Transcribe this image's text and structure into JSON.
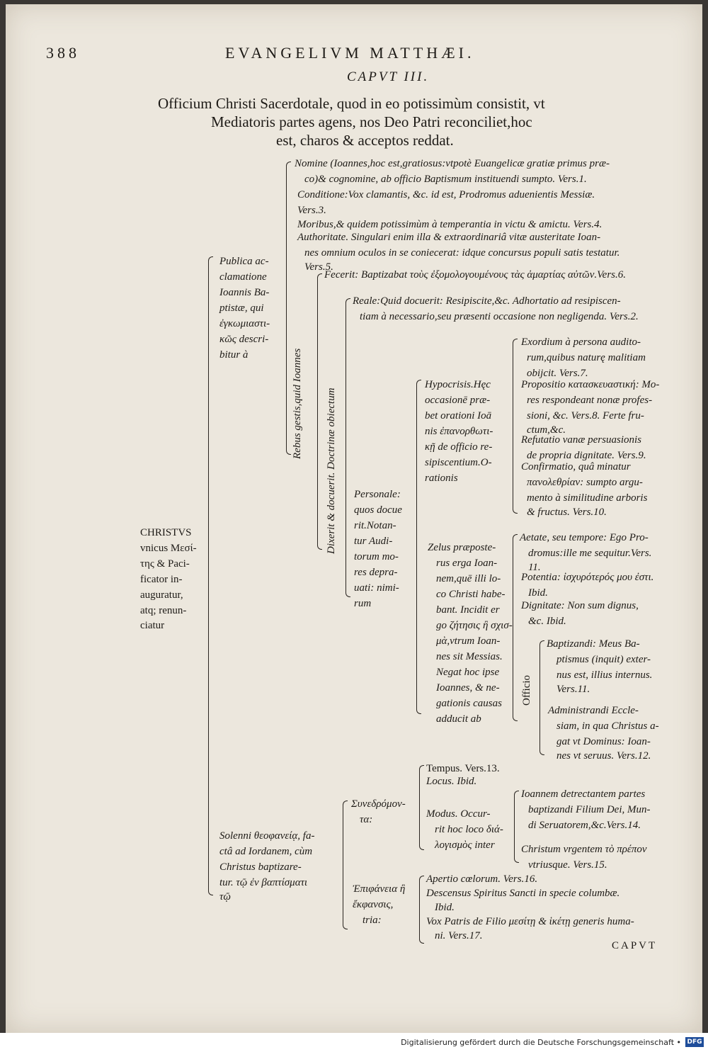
{
  "header": {
    "page_number": "388",
    "running_title": "EVANGELIVM MATTHÆI.",
    "chapter": "CAPVT III.",
    "title_lines": [
      "Officium Christi Sacerdotale, quod in eo potissimùm consistit, vt",
      "Mediatoris partes agens, nos Deo Patri reconciliet,hoc",
      "est, charos & acceptos reddat."
    ]
  },
  "root": [
    "CHRISTVS",
    "vnicus Μεσί-",
    "της & Paci-",
    "ficator in-",
    "auguratur,",
    "atq; renun-",
    "ciatur"
  ],
  "publica": [
    "Publica ac-",
    "clamatione",
    "Ioannis Ba-",
    "ptistæ, qui",
    "ἐγκωμιαστι-",
    "κῶς descri-",
    "bitur à"
  ],
  "rebus_gestis": "Rebus gestis,quid Ioannes",
  "dixerit": "Dixerit & docuerit. Doctrinæ obiectum",
  "nomine": [
    "Nomine (Ioannes,hoc est,gratiosus:vtpotè Euangelicæ gratiæ primus præ-",
    "co)& cognomine, ab officio Baptismum instituendi sumpto. Vers.1."
  ],
  "conditione": [
    "Conditione:Vox clamantis, &c. id est, Prodromus aduenientis Messiæ.",
    "Vers.3."
  ],
  "moribus": "Moribus,& quidem potissimùm à temperantia in victu & amictu. Vers.4.",
  "authoritate": [
    "Authoritate. Singulari enim illa & extraordinariâ vitæ austeritate Ioan-",
    "nes omnium oculos in se coniecerat: idque concursus populi satis testatur.",
    "Vers.5."
  ],
  "fecerit": "Fecerit: Baptizabat τοὺς ἐξομολογουμένους τὰς ἁμαρτίας αὐτῶν.Vers.6.",
  "reale": [
    "Reale:Quid docuerit: Resipiscite,&c. Adhortatio ad resipiscen-",
    "tiam à necessario,seu præsenti occasione non negligenda. Vers.2."
  ],
  "personale": [
    "Personale:",
    "quos docue",
    "rit.Notan-",
    "tur Audi-",
    "torum mo-",
    "res depra-",
    "uati: nimi-",
    "rum"
  ],
  "hypocrisis": [
    "Hypocrisis.Hęc",
    "occasionē præ-",
    "bet orationi Ioā",
    "nis ἐπανορθωτι-",
    "κῇ de officio re-",
    "sipiscentium.O-",
    "rationis"
  ],
  "exordium": [
    "Exordium à persona audito-",
    "rum,quibus naturę malitiam",
    "obijcit. Vers.7."
  ],
  "propositio": [
    "Propositio κατασκευαστική: Mo-",
    "res respondeant nonæ profes-",
    "sioni, &c. Vers.8. Ferte fru-",
    "ctum,&c."
  ],
  "refutatio": [
    "Refutatio vanæ persuasionis",
    "de propria dignitate. Vers.9."
  ],
  "confirmatio": [
    "Confirmatio, quâ minatur",
    "πανολεθρίαν: sumpto argu-",
    "mento à similitudine arboris",
    "& fructus. Vers.10."
  ],
  "zelus": [
    "Zelus præposte-",
    "rus erga Ioan-",
    "nem,quē illi lo-",
    "co Christi habe-",
    "bant. Incidit er",
    "go ζήτησις ἢ σχισ-",
    "μὰ,vtrum Ioan-",
    "nes sit Messias.",
    "Negat hoc ipse",
    "Ioannes, & ne-",
    "gationis causas",
    "adducit ab"
  ],
  "aetate": [
    "Aetate, seu tempore: Ego Pro-",
    "dromus:ille me sequitur.Vers.",
    "11."
  ],
  "potentia": [
    "Potentia: ἰσχυρότερός μου ἐστι.",
    "Ibid."
  ],
  "dignitate": [
    "Dignitate: Non sum dignus,",
    "&c. Ibid."
  ],
  "officio_label": "Officio",
  "baptizandi": [
    "Baptizandi: Meus Ba-",
    "ptismus (inquit) exter-",
    "nus est, illius internus.",
    "Vers.11."
  ],
  "administrandi": [
    "Administrandi Eccle-",
    "siam, in qua Christus a-",
    "gat vt Dominus: Ioan-",
    "nes vt seruus. Vers.12."
  ],
  "solenni": [
    "Solenni θεοφανείᾳ, fa-",
    "ctâ ad Iordanem, cùm",
    "Christus baptizare-",
    "tur. τῷ ἐν βαπτίσματι",
    "τῷ"
  ],
  "synedrion": [
    "Συνεδρόμον-",
    "τα:"
  ],
  "tempus": "Tempus. Vers.13.",
  "locus": "Locus. Ibid.",
  "modus": [
    "Modus. Occur-",
    "rit hoc loco διά-",
    "λογισμὸς inter"
  ],
  "ioannem": [
    "Ioannem detrectantem partes",
    "baptizandi Filium Dei, Mun-",
    "di Seruatorem,&c.Vers.14."
  ],
  "christum": [
    "Christum vrgentem τὸ πρέπον",
    "vtriusque. Vers.15."
  ],
  "epiphaneia": [
    "Ἐπιφάνεια ἢ",
    "ἔκφανσις,",
    "tria:"
  ],
  "apertio": "Apertio cœlorum. Vers.16.",
  "descensus": [
    "Descensus Spiritus Sancti in specie columbæ.",
    "Ibid."
  ],
  "vox": [
    "Vox Patris de Filio μεσίτῃ & ἱκέτῃ generis huma-",
    "ni. Vers.17."
  ],
  "catchword": "CAPVT",
  "footer": {
    "text": "Digitalisierung gefördert durch die Deutsche Forschungsgemeinschaft •",
    "logo": "DFG"
  }
}
